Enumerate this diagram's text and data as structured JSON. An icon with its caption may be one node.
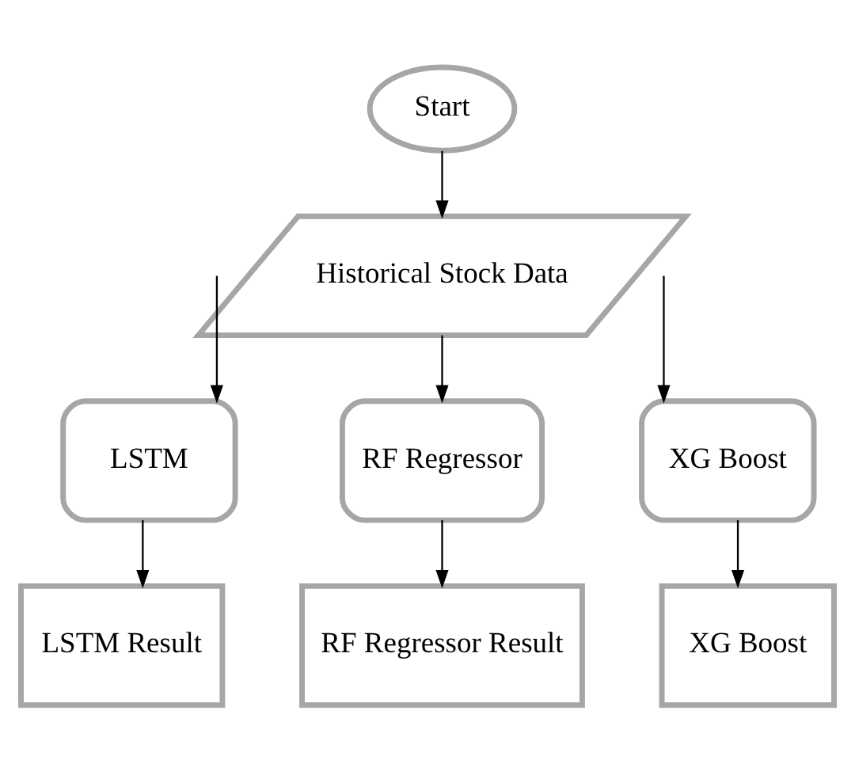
{
  "diagram": {
    "nodes": [
      {
        "text": [
          "Start"
        ]
      },
      {
        "text": [
          "Historical Stock Data"
        ]
      },
      {
        "text": [
          "LSTM"
        ]
      },
      {
        "text": [
          "RF Regressor"
        ]
      },
      {
        "text": [
          "XG Boost"
        ]
      },
      {
        "text": [
          "LSTM Result"
        ]
      },
      {
        "text": [
          "RF Regressor Result"
        ]
      },
      {
        "text": [
          "XG Boost"
        ]
      }
    ],
    "edges": [
      {
        "from": 0,
        "to": 1,
        "arrow": "to"
      },
      {
        "from": 1,
        "to": 2,
        "arrow": "to"
      },
      {
        "from": 1,
        "to": 3,
        "arrow": "to"
      },
      {
        "from": 1,
        "to": 4,
        "arrow": "to"
      },
      {
        "from": 2,
        "to": 5,
        "arrow": "to"
      },
      {
        "from": 3,
        "to": 6,
        "arrow": "to"
      },
      {
        "from": 4,
        "to": 7,
        "arrow": "to"
      }
    ]
  }
}
